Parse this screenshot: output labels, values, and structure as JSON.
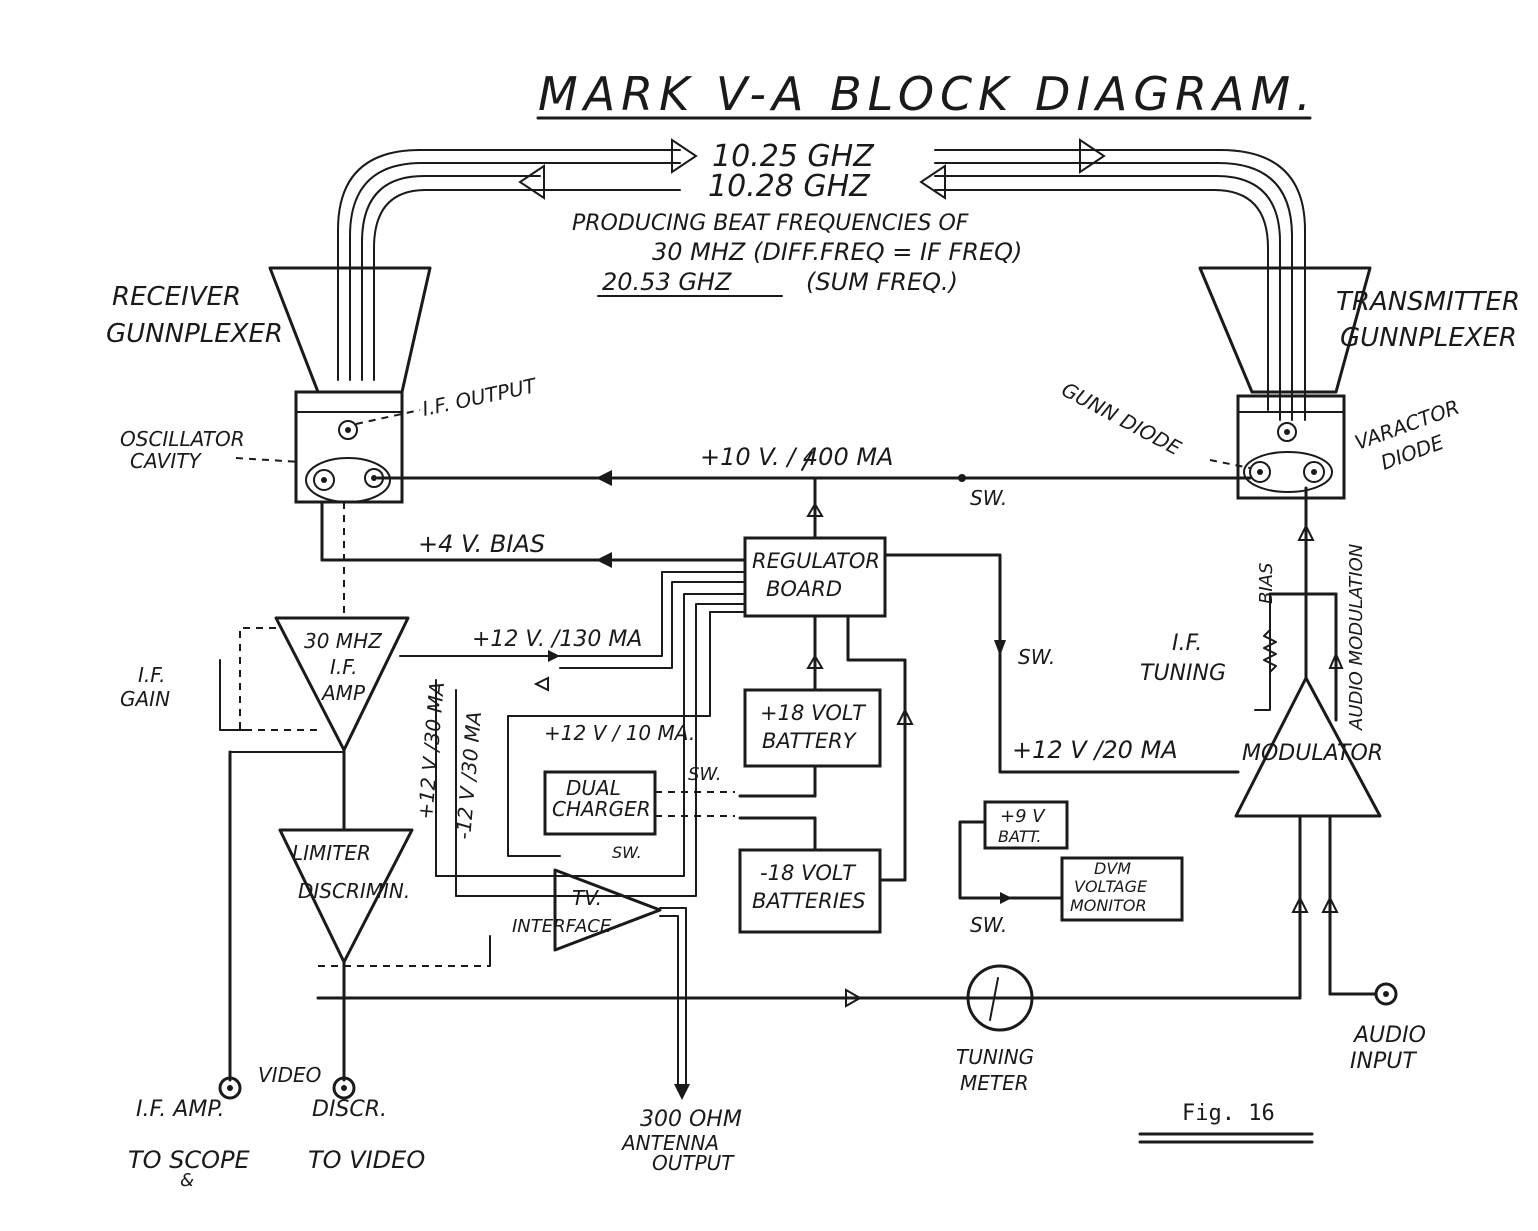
{
  "title": "MARK V-A BLOCK DIAGRAM.",
  "figure_label": "Fig. 16",
  "beam": {
    "freq_tx": "10.25 GHZ",
    "freq_rx": "10.28 GHZ",
    "beat_line1": "PRODUCING BEAT FREQUENCIES OF",
    "beat_line2": "30 MHZ (DIFF.FREQ = IF FREQ)",
    "beat_line3a": "20.53 GHZ",
    "beat_line3b": "(SUM FREQ.)"
  },
  "receiver": {
    "label1": "RECEIVER",
    "label2": "GUNNPLEXER",
    "cavity1": "OSCILLATOR",
    "cavity2": "CAVITY",
    "if_output": "I.F. OUTPUT"
  },
  "transmitter": {
    "label1": "TRANSMITTER",
    "label2": "GUNNPLEXER",
    "gunn_diode": "GUNN DIODE",
    "varactor1": "VARACTOR",
    "varactor2": "DIODE"
  },
  "rails": {
    "plus10": "+10 V. / 400 MA",
    "plus4": "+4 V. BIAS",
    "plus12_130": "+12 V. /130 MA",
    "plus12_10": "+12 V / 10 MA.",
    "plus12_30": "+12 V /30 MA",
    "minus12_30": "-12 V /30 MA",
    "plus12_20": "+12 V /20 MA"
  },
  "blocks": {
    "regulator1": "REGULATOR",
    "regulator2": "BOARD",
    "batt18_1": "+18 VOLT",
    "batt18_2": "BATTERY",
    "batt18n_1": "-18 VOLT",
    "batt18n_2": "BATTERIES",
    "charger1": "DUAL",
    "charger2": "CHARGER",
    "ifamp1": "30 MHZ",
    "ifamp2": "I.F.",
    "ifamp3": "AMP",
    "limiter1": "LIMITER",
    "limiter2": "DISCRIMIN.",
    "tv1": "TV.",
    "tv2": "INTERFACE",
    "modulator": "MODULATOR",
    "batt9_1": "+9 V",
    "batt9_2": "BATT.",
    "dvm1": "DVM",
    "dvm2": "VOLTAGE",
    "dvm3": "MONITOR"
  },
  "labels": {
    "sw": "SW.",
    "if_gain1": "I.F.",
    "if_gain2": "GAIN",
    "if_tuning1": "I.F.",
    "if_tuning2": "TUNING",
    "bias": "BIAS",
    "audio_mod": "AUDIO MODULATION",
    "tuning_meter1": "TUNING",
    "tuning_meter2": "METER",
    "audio_input1": "AUDIO",
    "audio_input2": "INPUT",
    "antenna1": "300 OHM",
    "antenna2": "ANTENNA",
    "antenna3": "OUTPUT",
    "video": "VIDEO",
    "if_amp_jack": "I.F. AMP.",
    "discr_jack": "DISCR.",
    "to_scope": "TO SCOPE",
    "amp": "&",
    "to_video": "TO VIDEO"
  }
}
